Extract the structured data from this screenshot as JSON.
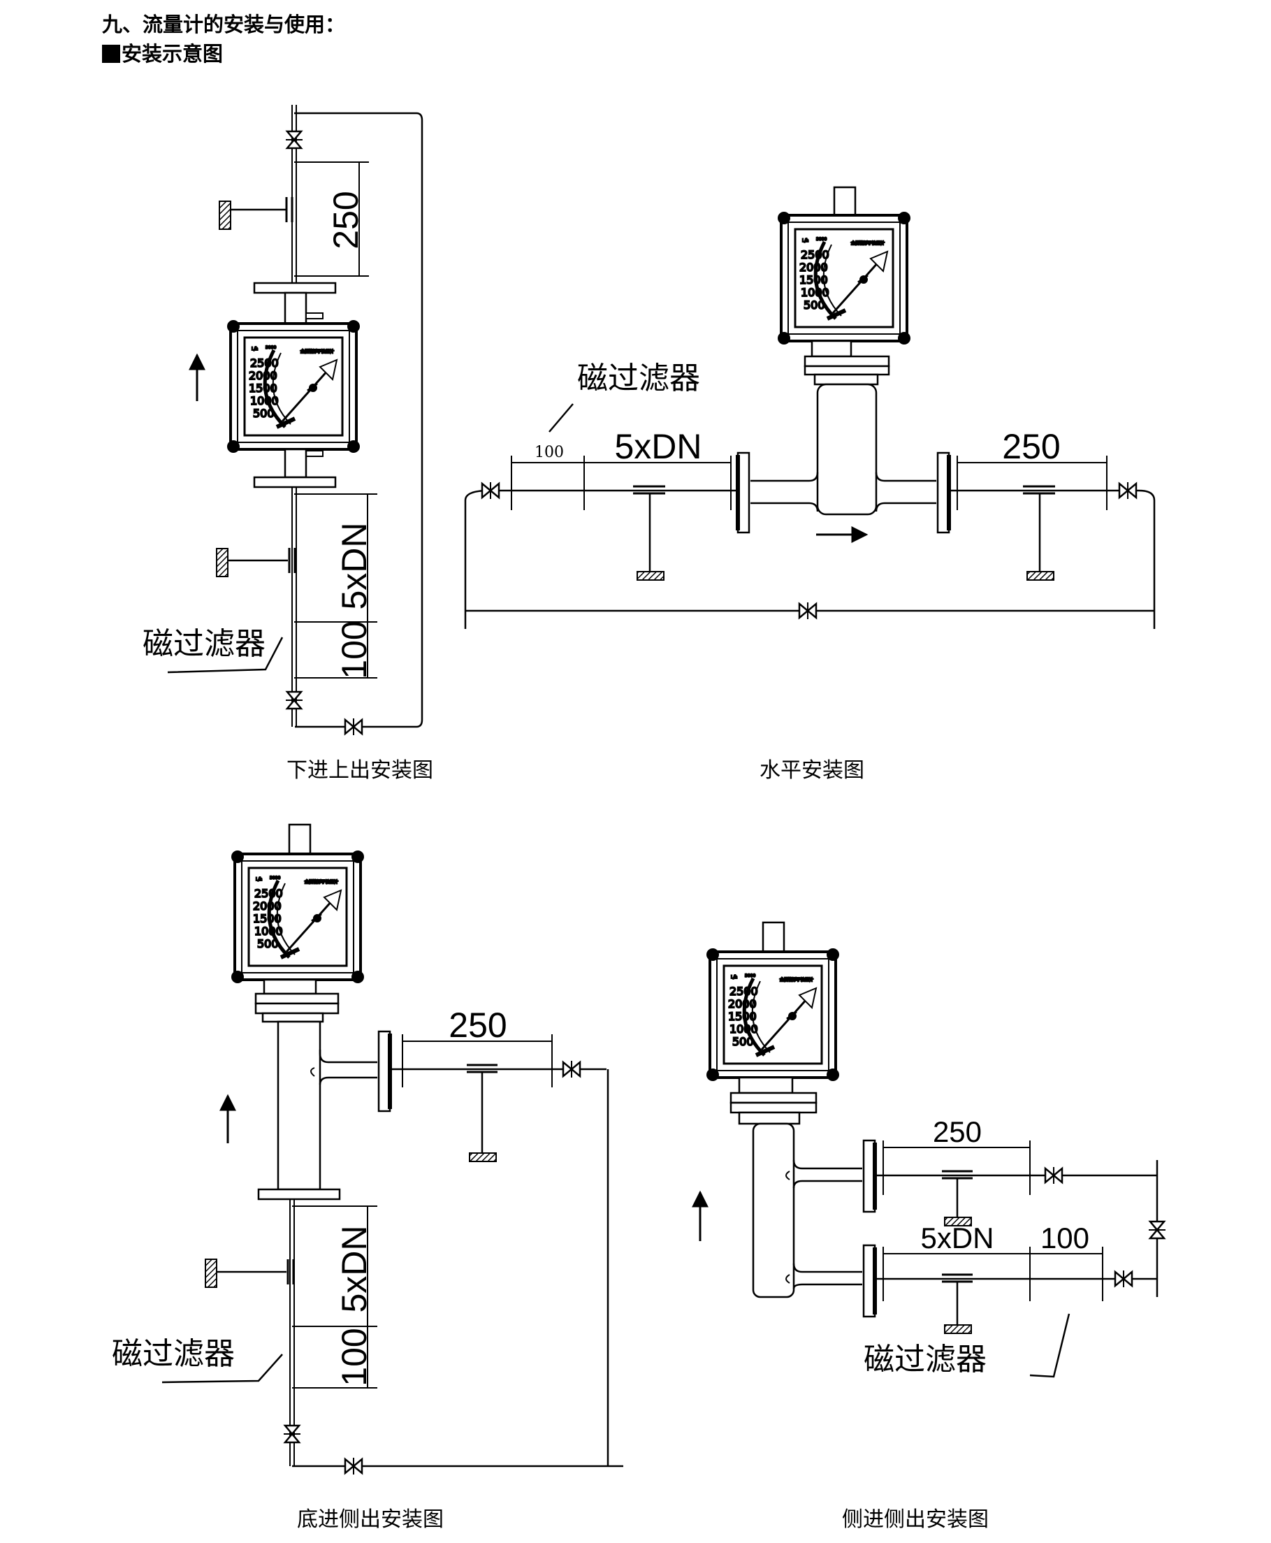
{
  "heading": "九、流量计的安装与使用：",
  "subheading": "安装示意图",
  "diagrams": {
    "bottom_in_top_out": {
      "caption": "下进上出安装图",
      "dim_top": "250",
      "dim_mid": "5xDN",
      "dim_low": "100",
      "filter_label": "磁过滤器"
    },
    "horizontal": {
      "caption": "水平安装图",
      "dim_left_small": "100",
      "dim_left": "5xDN",
      "dim_right": "250",
      "filter_label": "磁过滤器"
    },
    "bottom_in_side_out": {
      "caption": "底进侧出安装图",
      "dim_top": "250",
      "dim_mid": "5xDN",
      "dim_low": "100",
      "filter_label": "磁过滤器"
    },
    "side_in_side_out": {
      "caption": "侧进侧出安装图",
      "dim_top": "250",
      "dim_mid": "5xDN",
      "dim_small": "100",
      "filter_label": "磁过滤器"
    }
  },
  "meter_scale": {
    "unit": "L/h",
    "max": "3000",
    "ticks": [
      "2500",
      "2000",
      "1500",
      "1000",
      "500"
    ]
  }
}
